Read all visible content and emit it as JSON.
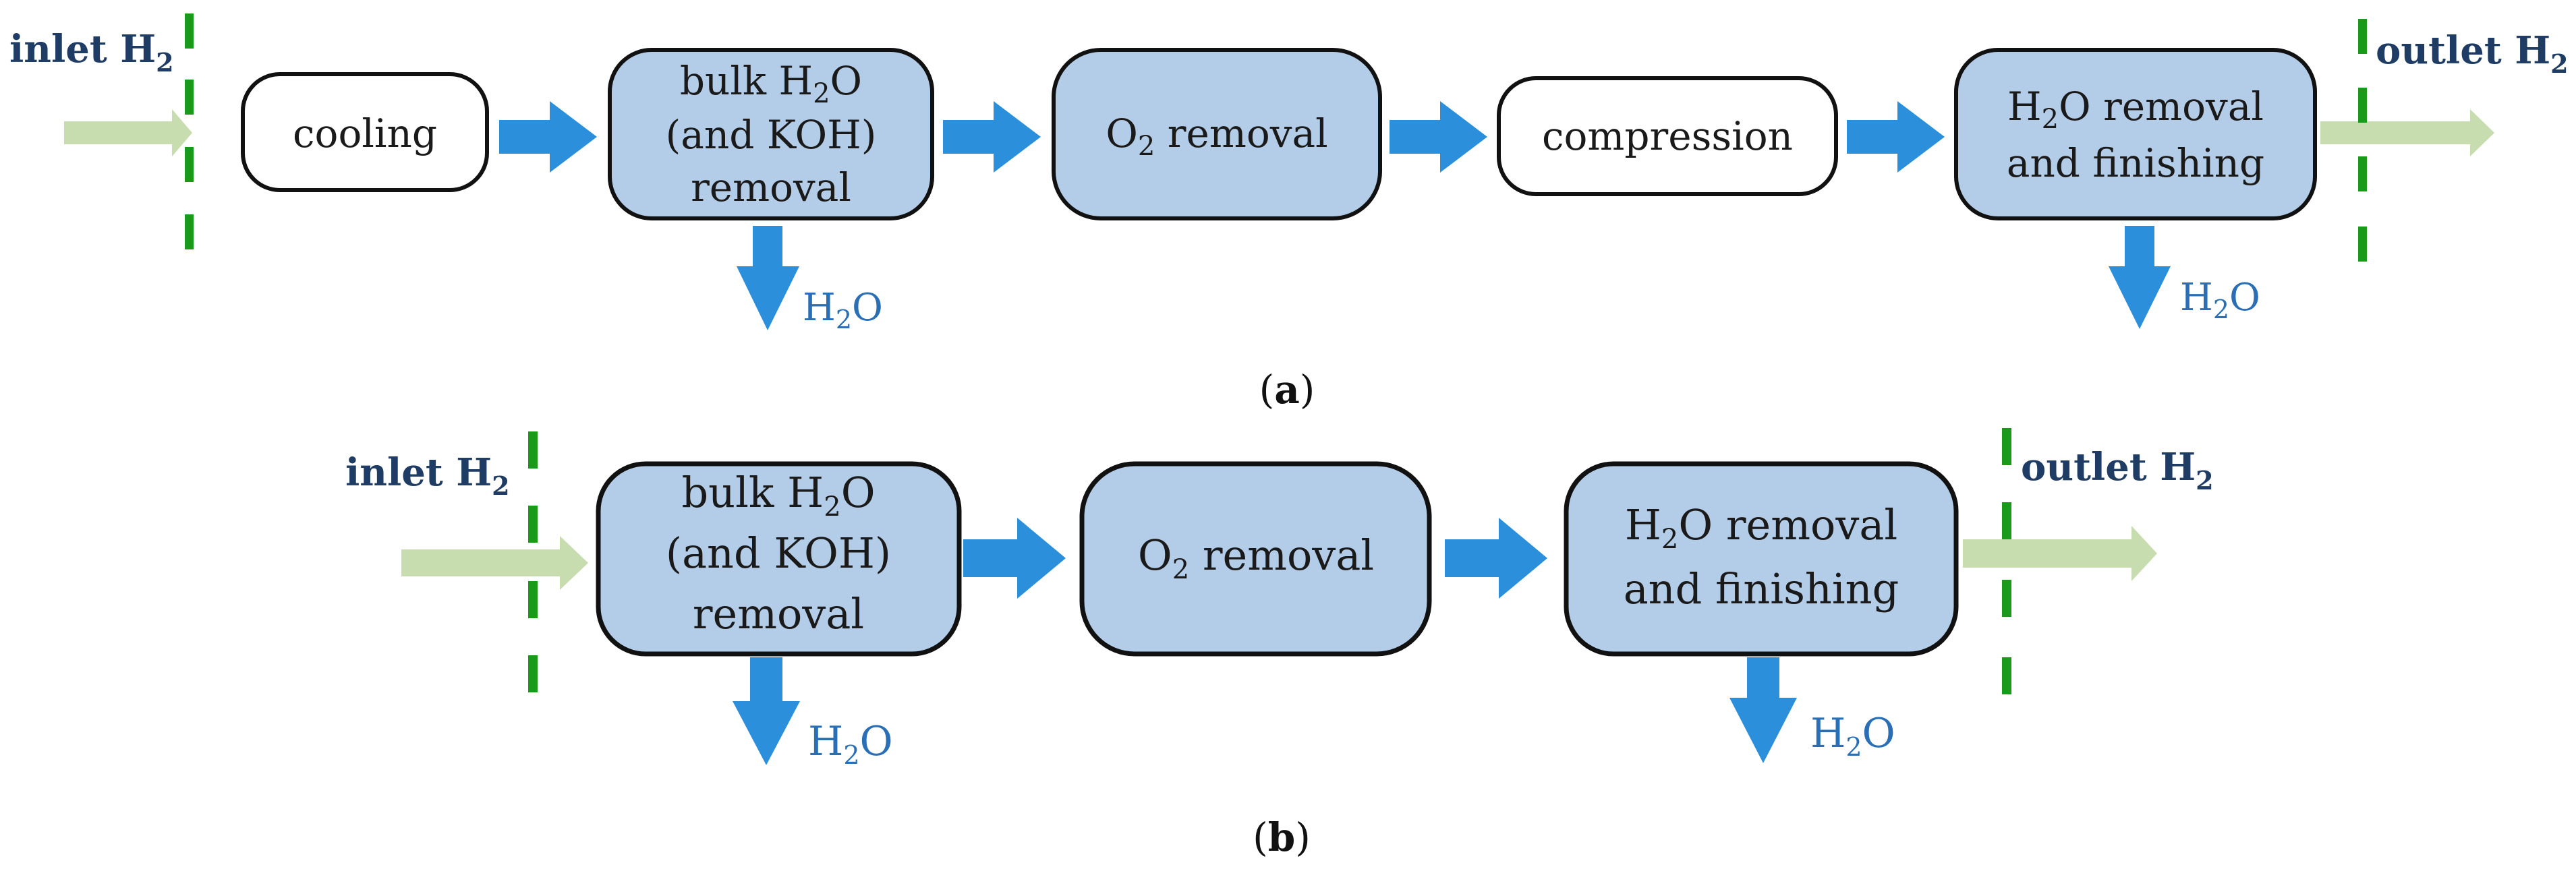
{
  "colors": {
    "process_fill": "#b3cde8",
    "plain_fill": "#ffffff",
    "box_stroke": "#111111",
    "flow_arrow": "#2b8fdc",
    "gas_arrow": "#c7ddb0",
    "boundary": "#1a9a1a",
    "label_dark_blue": "#1f3d64",
    "water_label": "#2a6fb5"
  },
  "diagram_a": {
    "caption_open": "(",
    "caption_letter": "a",
    "caption_close": ")",
    "inlet_label": "inlet H",
    "inlet_sub": "2",
    "outlet_label": "outlet H",
    "outlet_sub": "2",
    "box_cooling": "cooling",
    "box_bulk_line1": "bulk H",
    "box_bulk_sub": "2",
    "box_bulk_line1_end": "O",
    "box_bulk_line2": "(and KOH)",
    "box_bulk_line3": "removal",
    "box_o2_prefix": "O",
    "box_o2_sub": "2",
    "box_o2_suffix": " removal",
    "box_compression": "compression",
    "box_finish_line1_prefix": "H",
    "box_finish_line1_sub": "2",
    "box_finish_line1_suffix": "O removal",
    "box_finish_line2": "and finishing",
    "water1_prefix": "H",
    "water1_sub": "2",
    "water1_suffix": "O",
    "water2_prefix": "H",
    "water2_sub": "2",
    "water2_suffix": "O"
  },
  "diagram_b": {
    "caption_open": "(",
    "caption_letter": "b",
    "caption_close": ")",
    "inlet_label": "inlet H",
    "inlet_sub": "2",
    "outlet_label": "outlet H",
    "outlet_sub": "2",
    "box_bulk_line1": "bulk H",
    "box_bulk_sub": "2",
    "box_bulk_line1_end": "O",
    "box_bulk_line2": "(and KOH)",
    "box_bulk_line3": "removal",
    "box_o2_prefix": "O",
    "box_o2_sub": "2",
    "box_o2_suffix": " removal",
    "box_finish_line1_prefix": "H",
    "box_finish_line1_sub": "2",
    "box_finish_line1_suffix": "O removal",
    "box_finish_line2": "and finishing",
    "water1_prefix": "H",
    "water1_sub": "2",
    "water1_suffix": "O",
    "water2_prefix": "H",
    "water2_sub": "2",
    "water2_suffix": "O"
  }
}
